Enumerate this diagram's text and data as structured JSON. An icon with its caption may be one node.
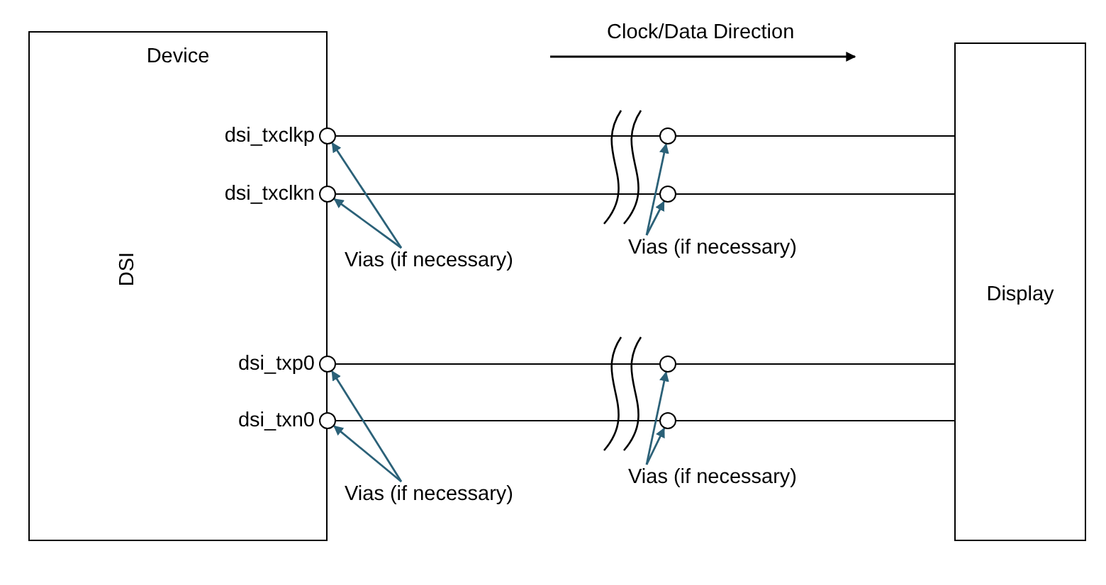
{
  "diagram": {
    "nodes": [
      {
        "text": [
          "Device"
        ]
      },
      {
        "text": [],
        "shape": "circle",
        "beside": [
          "dsi_txclkp"
        ]
      },
      {
        "text": [],
        "shape": "circle",
        "beside": [
          "dsi_txclkn"
        ]
      },
      {
        "text": [],
        "shape": "circle",
        "beside": [
          "dsi_txp0"
        ]
      },
      {
        "text": [],
        "shape": "circle",
        "beside": [
          "dsi_txn0"
        ]
      },
      {
        "text": [],
        "shape": "circle"
      },
      {
        "text": [],
        "shape": "circle"
      },
      {
        "text": [],
        "shape": "circle"
      },
      {
        "text": [],
        "shape": "circle"
      },
      {
        "text": [
          "Display"
        ]
      },
      {
        "text": [
          "Vias (if necessary)"
        ]
      },
      {
        "text": [
          "Vias (if necessary)"
        ]
      },
      {
        "text": [
          "Vias (if necessary)"
        ]
      },
      {
        "text": [
          "Vias (if necessary)"
        ]
      }
    ],
    "edges": [
      {
        "from": 1,
        "to": 5,
        "arrow": "none"
      },
      {
        "from": 5,
        "to": 9,
        "arrow": "none"
      },
      {
        "from": 2,
        "to": 6,
        "arrow": "none"
      },
      {
        "from": 6,
        "to": 9,
        "arrow": "none"
      },
      {
        "from": 3,
        "to": 7,
        "arrow": "none"
      },
      {
        "from": 7,
        "to": 9,
        "arrow": "none"
      },
      {
        "from": 4,
        "to": 8,
        "arrow": "none"
      },
      {
        "from": 8,
        "to": 9,
        "arrow": "none"
      },
      {
        "from": 10,
        "to": 1,
        "arrow": "to",
        "color": "#2b6178"
      },
      {
        "from": 10,
        "to": 2,
        "arrow": "to",
        "color": "#2b6178"
      },
      {
        "from": 11,
        "to": 5,
        "arrow": "to",
        "color": "#2b6178"
      },
      {
        "from": 11,
        "to": 6,
        "arrow": "to",
        "color": "#2b6178"
      },
      {
        "from": 12,
        "to": 3,
        "arrow": "to",
        "color": "#2b6178"
      },
      {
        "from": 12,
        "to": 4,
        "arrow": "to",
        "color": "#2b6178"
      },
      {
        "from": 13,
        "to": 7,
        "arrow": "to",
        "color": "#2b6178"
      },
      {
        "from": 13,
        "to": 8,
        "arrow": "to",
        "color": "#2b6178"
      }
    ],
    "labels": [
      "Clock/Data Direction",
      "DSI"
    ]
  }
}
